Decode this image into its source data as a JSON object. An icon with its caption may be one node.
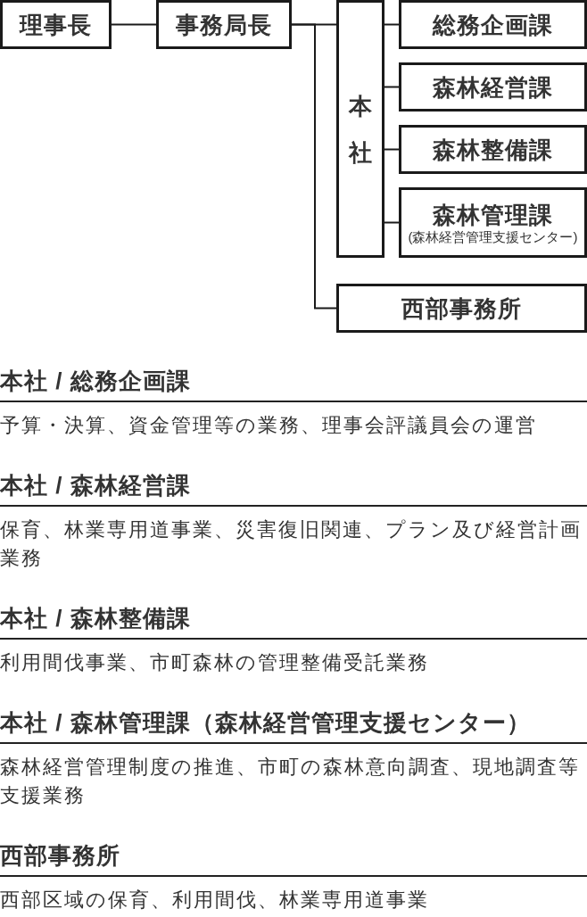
{
  "diagram": {
    "nodes": [
      {
        "text": [
          "理事長"
        ]
      },
      {
        "text": [
          "事務局長"
        ]
      },
      {
        "text": [
          "本社"
        ]
      },
      {
        "text": [
          "総務企画課"
        ]
      },
      {
        "text": [
          "森林経営課"
        ]
      },
      {
        "text": [
          "森林整備課"
        ]
      },
      {
        "text": [
          "森林管理課",
          "(森林経営管理支援センター)"
        ]
      },
      {
        "text": [
          "西部事務所"
        ]
      }
    ],
    "edges": [
      {
        "from": 0,
        "to": 1,
        "arrow": "none"
      },
      {
        "from": 1,
        "to": 2,
        "arrow": "none"
      },
      {
        "from": 1,
        "to": 7,
        "arrow": "none"
      },
      {
        "from": 2,
        "to": 3,
        "arrow": "none"
      },
      {
        "from": 2,
        "to": 4,
        "arrow": "none"
      },
      {
        "from": 2,
        "to": 5,
        "arrow": "none"
      },
      {
        "from": 2,
        "to": 6,
        "arrow": "none"
      }
    ],
    "labels": [
      "本社 / 総務企画課",
      "予算・決算、資金管理等の業務、理事会評議員会の運営",
      "本社 / 森林経営課",
      "保育、林業専用道事業、災害復旧関連、プラン及び経営計画業務",
      "本社 / 森林整備課",
      "利用間伐事業、市町森林の管理整備受託業務",
      "本社 / 森林管理課（森林経営管理支援センター）",
      "森林経営管理制度の推進、市町の森林意向調査、現地調査等支援業務",
      "西部事務所",
      "西部区域の保育、利用間伐、林業専用道事業"
    ]
  }
}
